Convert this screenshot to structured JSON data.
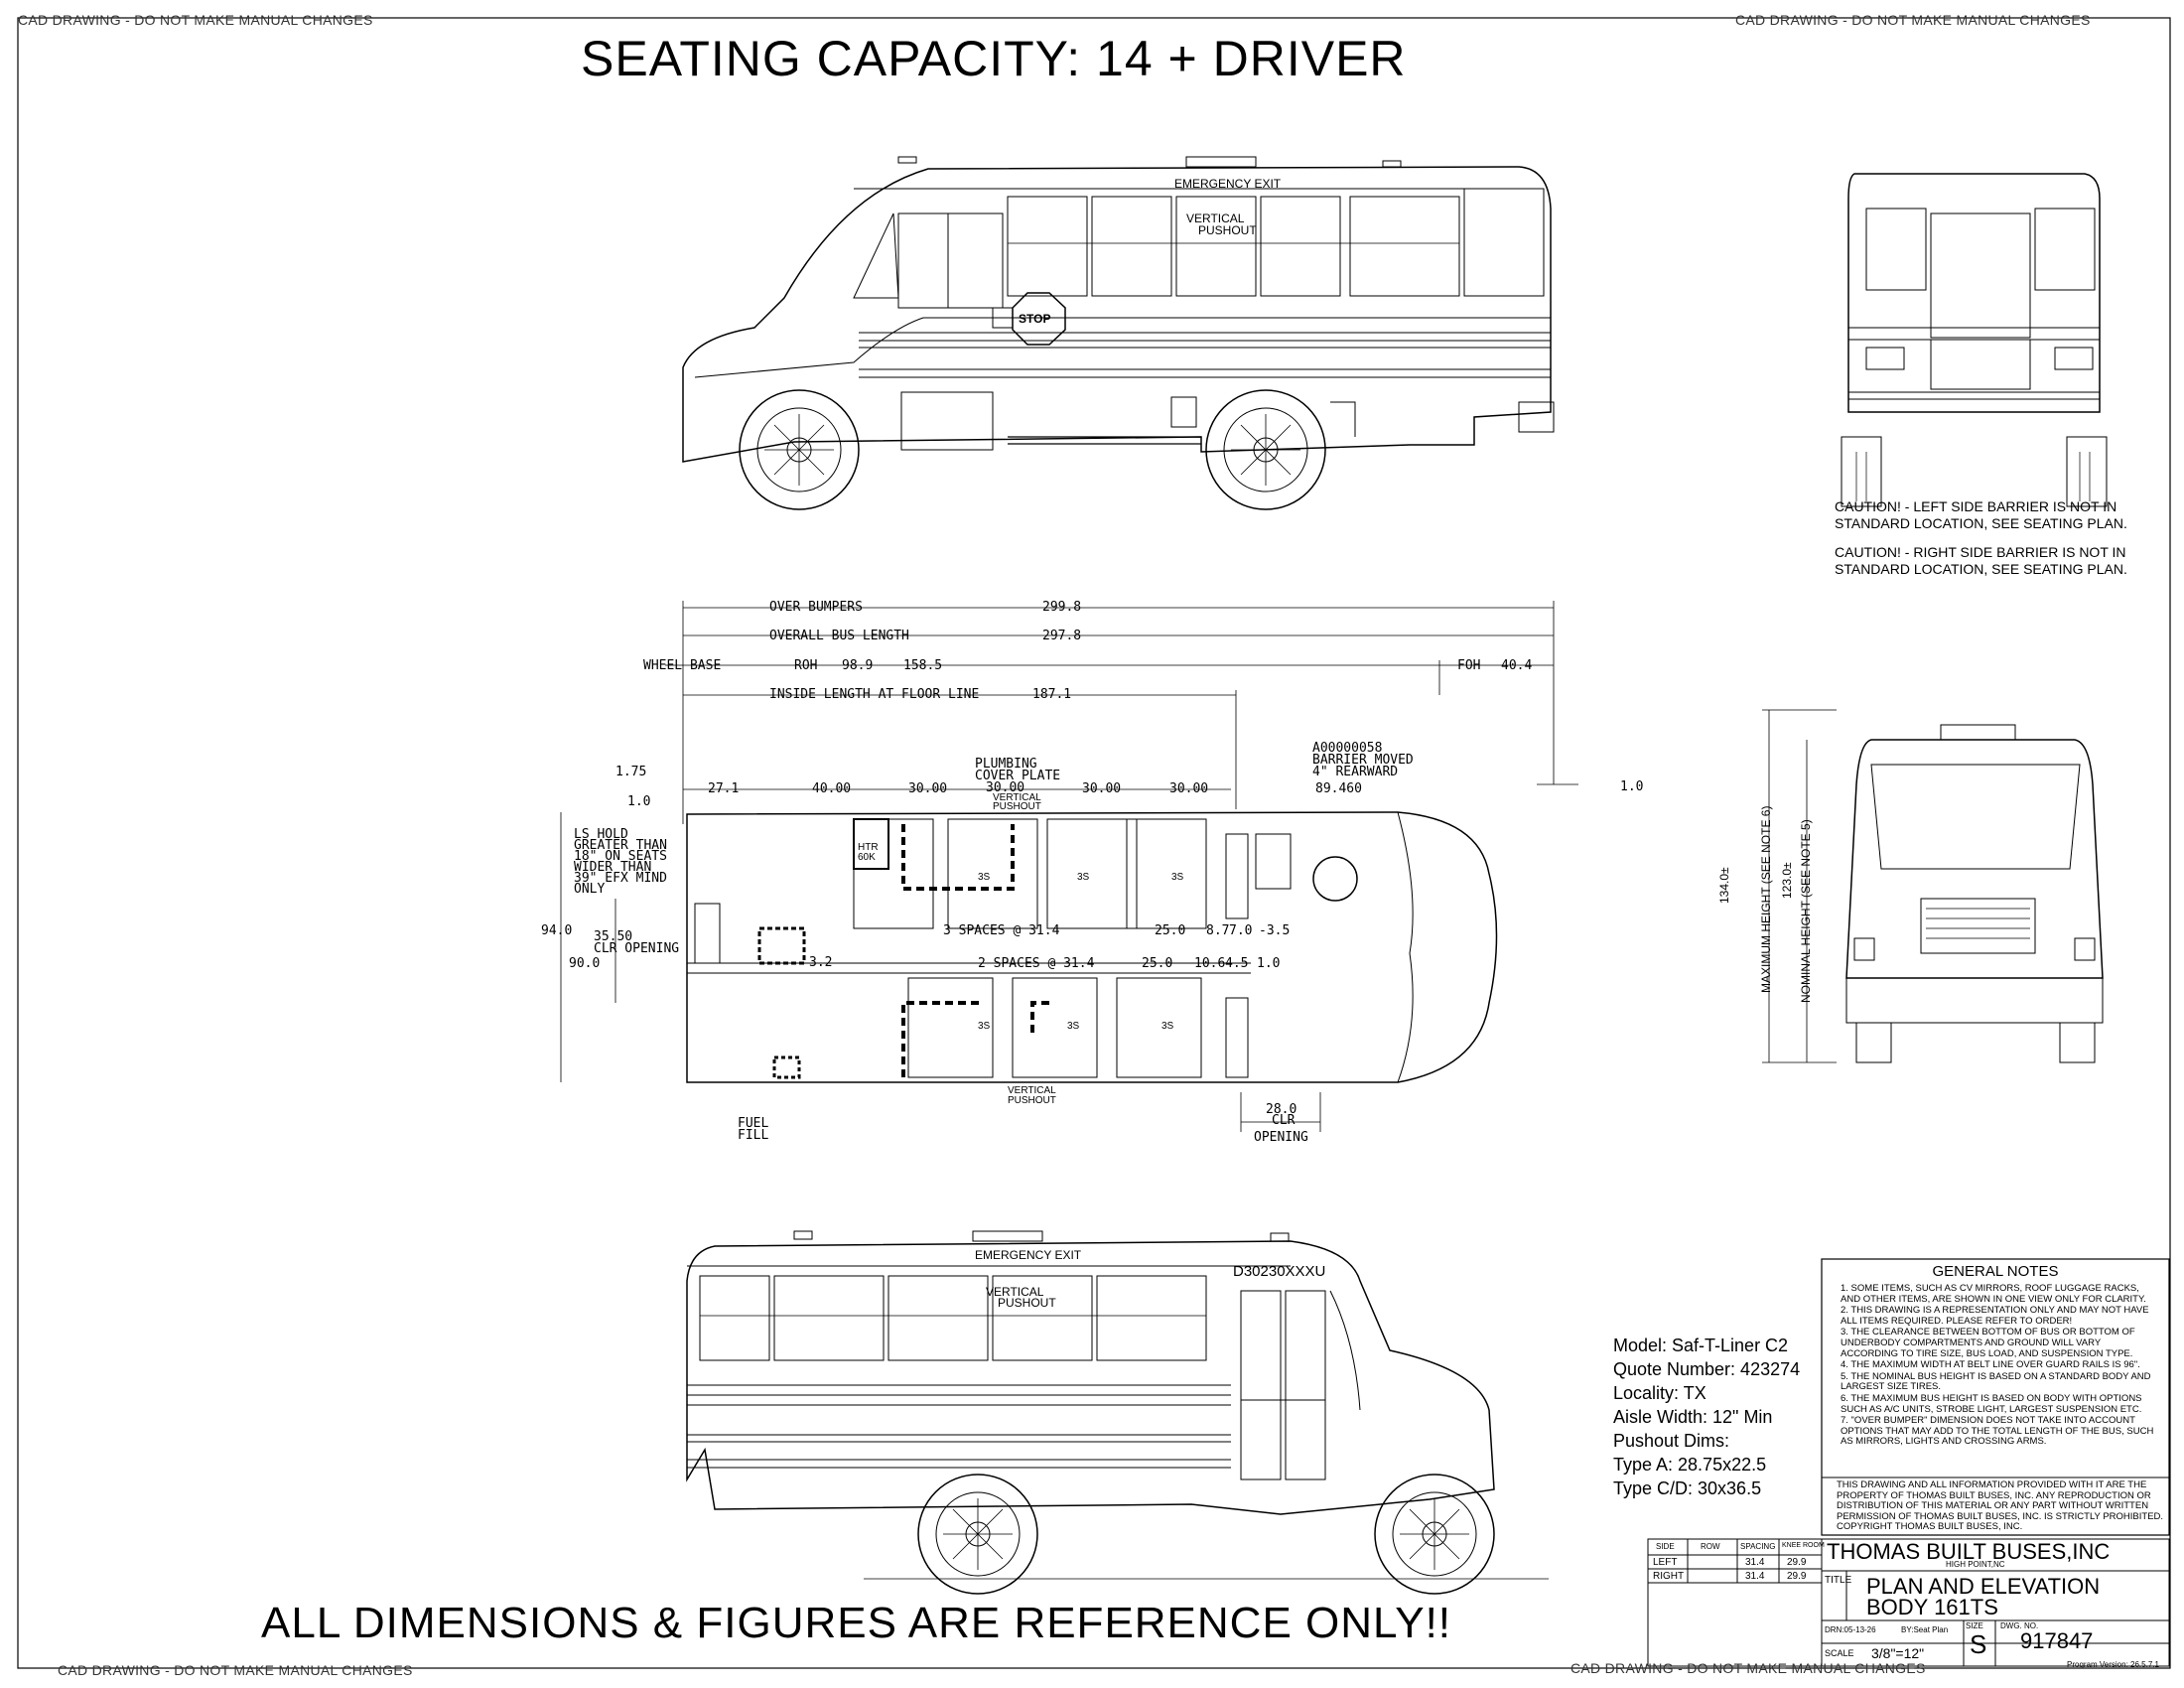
{
  "banner": "CAD DRAWING - DO NOT MAKE MANUAL CHANGES",
  "seating_capacity": "SEATING CAPACITY: 14 + DRIVER",
  "footer_note": "ALL DIMENSIONS & FIGURES ARE REFERENCE ONLY!!",
  "side_view_top": {
    "emergency_exit": "EMERGENCY EXIT",
    "vertical_pushout": [
      "VERTICAL",
      "PUSHOUT"
    ],
    "stop": "STOP"
  },
  "side_view_bottom": {
    "emergency_exit": "EMERGENCY EXIT",
    "vertical_pushout": [
      "VERTICAL",
      "PUSHOUT"
    ],
    "body_code": "D30230XXXU"
  },
  "rear_view": {
    "caution_left": [
      "CAUTION! - LEFT SIDE BARRIER IS NOT IN",
      "STANDARD LOCATION, SEE SEATING PLAN."
    ],
    "caution_right": [
      "CAUTION! - RIGHT SIDE BARRIER IS NOT IN",
      "STANDARD LOCATION, SEE SEATING PLAN."
    ]
  },
  "front_view": {
    "max_height_value": "134.0±",
    "max_height_label": "MAXIMUM HEIGHT (SEE NOTE 6)",
    "nom_height_value": "123.0±",
    "nom_height_label": "NOMINAL HEIGHT (SEE NOTE 5)"
  },
  "plan_dims": {
    "over_bumpers": "OVER BUMPERS",
    "over_bumpers_val": "299.8",
    "overall_length": "OVERALL BUS LENGTH",
    "overall_length_val": "297.8",
    "wheel_base": "WHEEL BASE",
    "roh": "ROH",
    "roh_val": "98.9",
    "wb_val": "158.5",
    "foh": "FOH",
    "foh_val": "40.4",
    "inside_length": "INSIDE LENGTH AT FLOOR LINE",
    "inside_length_val": "187.1",
    "d_1_75": "1.75",
    "d_1_0": "1.0",
    "d_27_1": "27.1",
    "d_40": "40.00",
    "d_30a": "30.00",
    "plumbing": [
      "PLUMBING",
      "COVER PLATE"
    ],
    "d_30b": "30.00",
    "vertical_pushout": [
      "VERTICAL",
      "PUSHOUT"
    ],
    "d_30c": "30.00",
    "d_30d": "30.00",
    "d_89": "89.460",
    "d_1_0r": "1.0",
    "barrier_note": [
      "A00000058",
      "BARRIER MOVED",
      "4\" REARWARD"
    ],
    "ls_hold": [
      "LS HOLD",
      "GREATER THAN",
      "18\" ON SEATS",
      "WIDER THAN",
      "39\" EFX MIND",
      "ONLY"
    ],
    "width_94": "94.0",
    "clr_opening": [
      "35.50",
      "CLR OPENING"
    ],
    "width_90": "90.0",
    "spaces_top": "3 SPACES @ 31.4",
    "top_25": "25.0",
    "top_87": "8.7",
    "top_70": "7.0",
    "top_35": "-3.5",
    "spaces_bot": "2 SPACES @ 31.4",
    "bot_25": "25.0",
    "bot_106": "10.6",
    "bot_45": "4.5",
    "bot_10": "1.0",
    "d_3_2": "3.2",
    "htr": [
      "HTR",
      "60K"
    ],
    "seat_code": "3S",
    "bottom_pushout": [
      "VERTICAL",
      "PUSHOUT"
    ],
    "fuel_fill": [
      "FUEL",
      "FILL"
    ],
    "door_clr": [
      "28.0",
      "CLR",
      "OPENING"
    ]
  },
  "model_info": [
    "Model: Saf-T-Liner C2",
    "Quote Number: 423274",
    "Locality: TX",
    "Aisle Width: 12\" Min",
    "Pushout Dims:",
    "Type A: 28.75x22.5",
    "Type C/D: 30x36.5"
  ],
  "general_notes": {
    "title": "GENERAL NOTES",
    "items": [
      "1. SOME ITEMS, SUCH AS CV MIRRORS, ROOF LUGGAGE RACKS, AND OTHER ITEMS, ARE SHOWN IN ONE VIEW ONLY FOR CLARITY.",
      "2. THIS DRAWING IS A REPRESENTATION ONLY AND MAY NOT HAVE ALL ITEMS REQUIRED. PLEASE REFER TO ORDER!",
      "3. THE CLEARANCE BETWEEN BOTTOM OF BUS OR BOTTOM OF UNDERBODY COMPARTMENTS AND GROUND WILL VARY ACCORDING TO TIRE SIZE, BUS LOAD, AND SUSPENSION TYPE.",
      "4. THE MAXIMUM WIDTH AT BELT LINE OVER GUARD RAILS IS 96\".",
      "5. THE NOMINAL BUS HEIGHT IS BASED ON A STANDARD BODY AND LARGEST SIZE TIRES.",
      "6. THE MAXIMUM BUS HEIGHT IS BASED ON BODY WITH OPTIONS SUCH AS A/C UNITS, STROBE LIGHT, LARGEST SUSPENSION ETC.",
      "7. \"OVER BUMPER\" DIMENSION DOES NOT TAKE INTO ACCOUNT OPTIONS THAT MAY ADD TO THE TOTAL LENGTH OF THE BUS, SUCH AS MIRRORS, LIGHTS AND CROSSING ARMS."
    ],
    "copyright": "THIS DRAWING AND ALL INFORMATION PROVIDED WITH IT ARE THE PROPERTY OF THOMAS BUILT BUSES, INC. ANY REPRODUCTION OR DISTRIBUTION OF THIS MATERIAL OR ANY PART WITHOUT WRITTEN PERMISSION OF THOMAS BUILT BUSES, INC. IS STRICTLY PROHIBITED. COPYRIGHT THOMAS BUILT BUSES, INC."
  },
  "spacing_table": {
    "headers": [
      "SIDE",
      "ROW",
      "SPACING",
      "KNEE ROOM"
    ],
    "rows": [
      [
        "LEFT",
        "",
        "31.4",
        "29.9"
      ],
      [
        "RIGHT",
        "",
        "31.4",
        "29.9"
      ]
    ]
  },
  "title_block": {
    "company": "THOMAS BUILT BUSES,INC",
    "location": "HIGH POINT,NC",
    "title_label": "TITLE",
    "title_1": "PLAN AND ELEVATION",
    "title_2": "BODY 161TS",
    "drn": "DRN:05-13-26",
    "by": "BY:Seat Plan",
    "size_label": "SIZE",
    "size": "S",
    "dwg_label": "DWG. NO.",
    "dwg_no": "917847",
    "scale_label": "SCALE",
    "scale": "3/8\"=12\"",
    "program": "Program Version: 26.5.7.1"
  }
}
